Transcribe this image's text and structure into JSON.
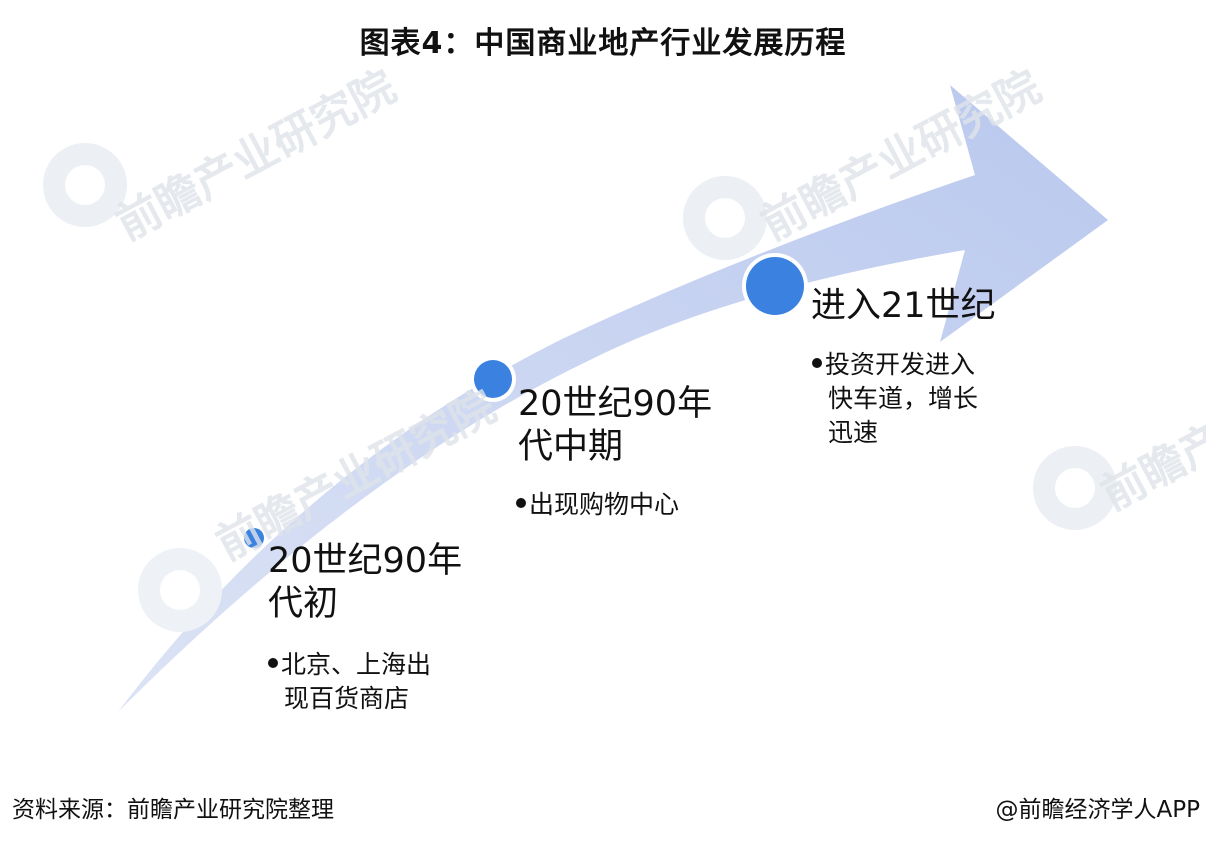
{
  "title": "图表4：中国商业地产行业发展历程",
  "watermark": {
    "text": "前瞻产业研究院",
    "color": "#dfe4ea"
  },
  "arrow": {
    "fill_start": "#dce3f5",
    "fill_end": "#b9c8ee"
  },
  "stages": [
    {
      "title_line1": "20世纪90年",
      "title_line2": "代初",
      "desc_line1": "北京、上海出",
      "desc_line2": "现百货商店",
      "marker_color": "#3b82e0"
    },
    {
      "title_line1": "20世纪90年",
      "title_line2": "代中期",
      "desc_line1": "出现购物中心",
      "marker_color": "#3b82e0"
    },
    {
      "title_line1": "进入21世纪",
      "desc_line1": "投资开发进入",
      "desc_line2": "快车道，增长",
      "desc_line3": "迅速",
      "marker_color": "#3b82e0"
    }
  ],
  "footer": {
    "source": "资料来源：前瞻产业研究院整理",
    "credit": "@前瞻经济学人APP"
  }
}
